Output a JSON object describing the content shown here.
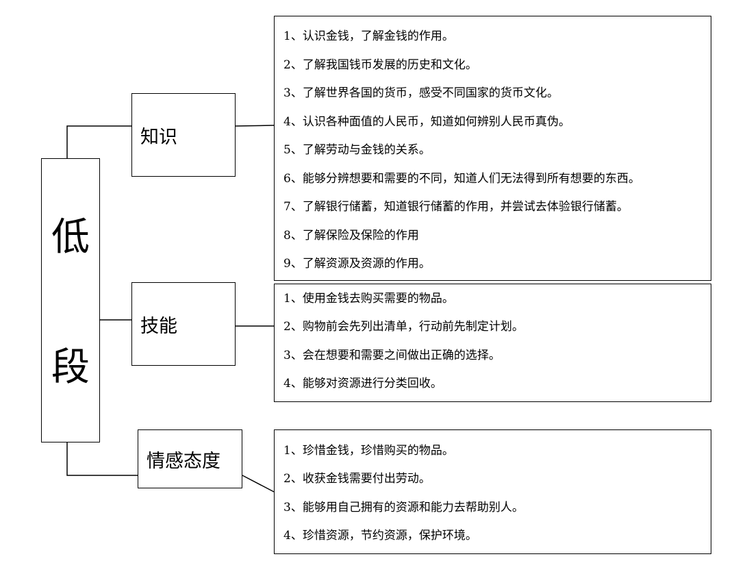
{
  "root": {
    "chars": [
      "低",
      "段"
    ]
  },
  "categories": {
    "knowledge": {
      "label": "知识",
      "items": [
        "1、认识金钱，了解金钱的作用。",
        "2、了解我国钱币发展的历史和文化。",
        "3、了解世界各国的货币，感受不同国家的货币文化。",
        "4、认识各种面值的人民币，知道如何辨别人民币真伪。",
        "5、了解劳动与金钱的关系。",
        "6、能够分辨想要和需要的不同，知道人们无法得到所有想要的东西。",
        "7、了解银行储蓄，知道银行储蓄的作用，并尝试去体验银行储蓄。",
        "8、了解保险及保险的作用",
        "9、了解资源及资源的作用。"
      ]
    },
    "skills": {
      "label": "技能",
      "items": [
        "1、使用金钱去购买需要的物品。",
        "2、购物前会先列出清单，行动前先制定计划。",
        "3、会在想要和需要之间做出正确的选择。",
        "4、能够对资源进行分类回收。"
      ]
    },
    "attitude": {
      "label": "情感态度",
      "items": [
        "1、珍惜金钱，珍惜购买的物品。",
        "2、收获金钱需要付出劳动。",
        "3、能够用自己拥有的资源和能力去帮助别人。",
        "4、珍惜资源，节约资源，保护环境。"
      ]
    }
  }
}
